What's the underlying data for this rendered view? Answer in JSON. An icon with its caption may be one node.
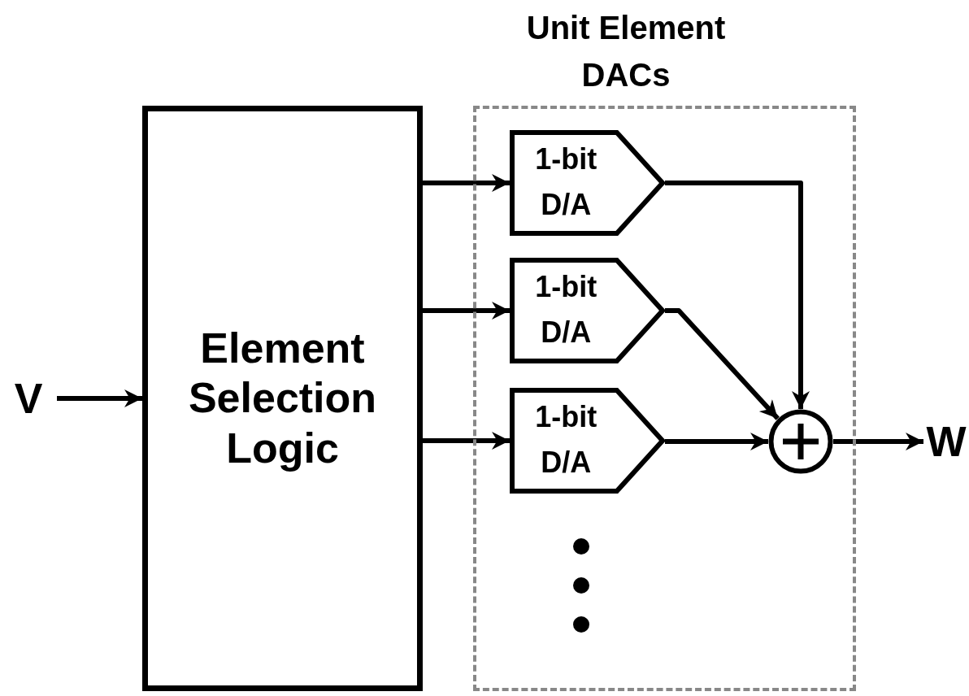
{
  "diagram": {
    "nodes": [
      {
        "text": [
          "V"
        ]
      },
      {
        "text": [
          "Element Selection Logic"
        ]
      },
      {
        "text": [
          "Unit Element DACs"
        ]
      },
      {
        "text": [
          "1-bit D/A"
        ],
        "in": 2
      },
      {
        "text": [
          "1-bit D/A"
        ],
        "in": 2
      },
      {
        "text": [
          "1-bit D/A"
        ],
        "in": 2
      },
      {
        "text": [],
        "shape": "circle",
        "in": 2
      },
      {
        "text": [
          "W"
        ]
      }
    ],
    "edges": [
      {
        "from": 0,
        "to": 1,
        "arrow": "to"
      },
      {
        "from": 1,
        "to": 3,
        "arrow": "to"
      },
      {
        "from": 1,
        "to": 4,
        "arrow": "to"
      },
      {
        "from": 1,
        "to": 5,
        "arrow": "to"
      },
      {
        "from": 3,
        "to": 6,
        "arrow": "to"
      },
      {
        "from": 4,
        "to": 6,
        "arrow": "to"
      },
      {
        "from": 5,
        "to": 6,
        "arrow": "to"
      },
      {
        "from": 6,
        "to": 7,
        "arrow": "to"
      }
    ]
  }
}
